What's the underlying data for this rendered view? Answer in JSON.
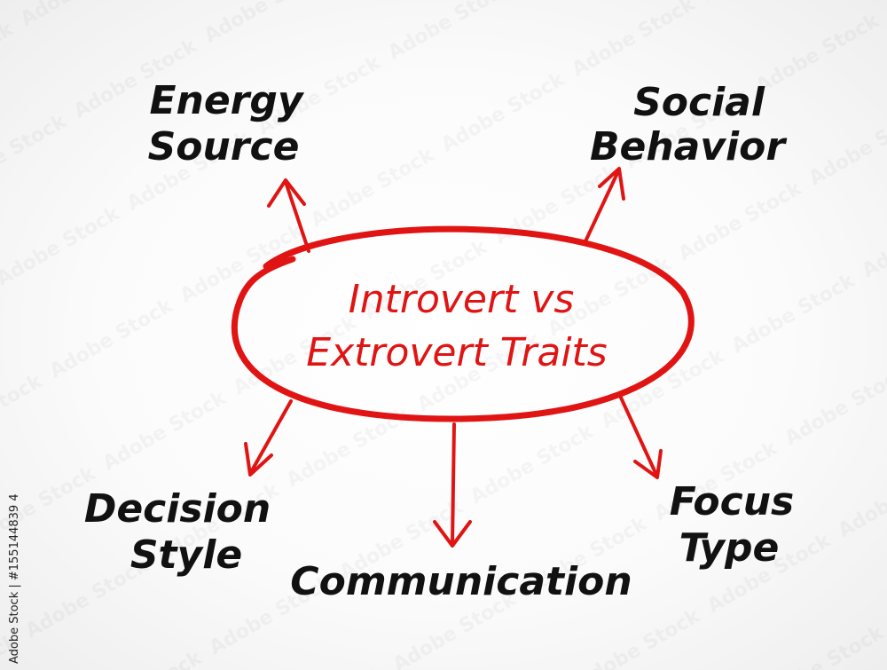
{
  "colors": {
    "accent": "#e11414",
    "text": "#111111"
  },
  "center": {
    "line1": "Introvert vs",
    "line2": "Extrovert Traits"
  },
  "nodes": {
    "energy_source": {
      "line1": "Energy",
      "line2": "Source"
    },
    "social_behavior": {
      "line1": "Social",
      "line2": "Behavior"
    },
    "decision_style": {
      "line1": "Decision",
      "line2": "Style"
    },
    "communication": {
      "line1": "Communication"
    },
    "focus_type": {
      "line1": "Focus",
      "line2": "Type"
    }
  },
  "stock_id": "Adobe Stock | #155144839 4"
}
